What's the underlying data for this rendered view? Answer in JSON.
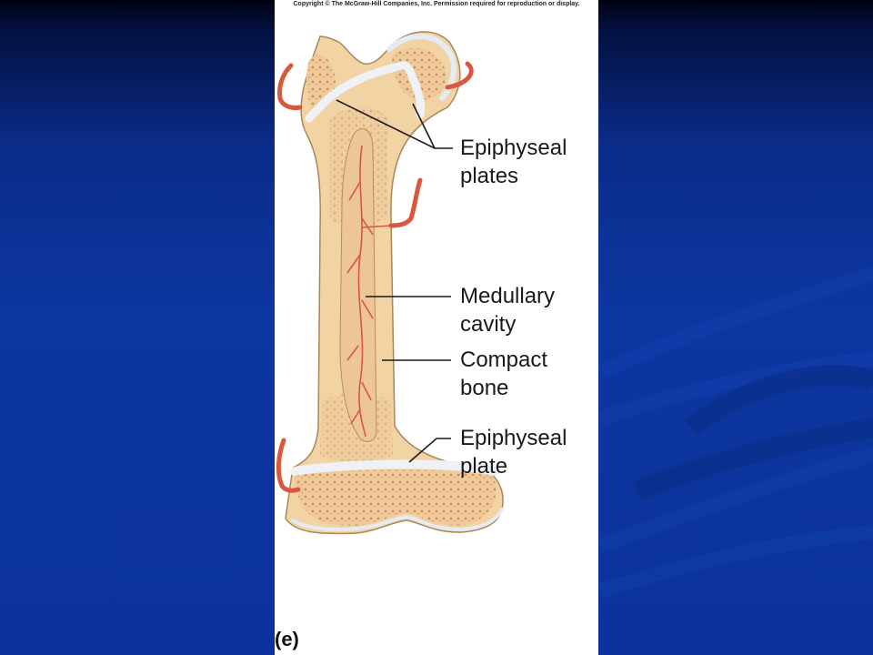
{
  "copyright": "Copyright © The McGraw-Hill Companies, Inc. Permission required for reproduction or display.",
  "labels": {
    "epiphyseal_plates": [
      "Epiphyseal",
      "plates"
    ],
    "medullary_cavity": [
      "Medullary",
      "cavity"
    ],
    "compact_bone": [
      "Compact",
      "bone"
    ],
    "epiphyseal_plate": [
      "Epiphyseal",
      "plate"
    ]
  },
  "panel_letter": "(e)",
  "colors": {
    "slide_blue": "#0c37a0",
    "bone": "#f1d3a4",
    "spongy_bone": "#e6b98a",
    "epiphyseal_plate": "#eef2f6",
    "blood_vessel": "#d9573c"
  }
}
